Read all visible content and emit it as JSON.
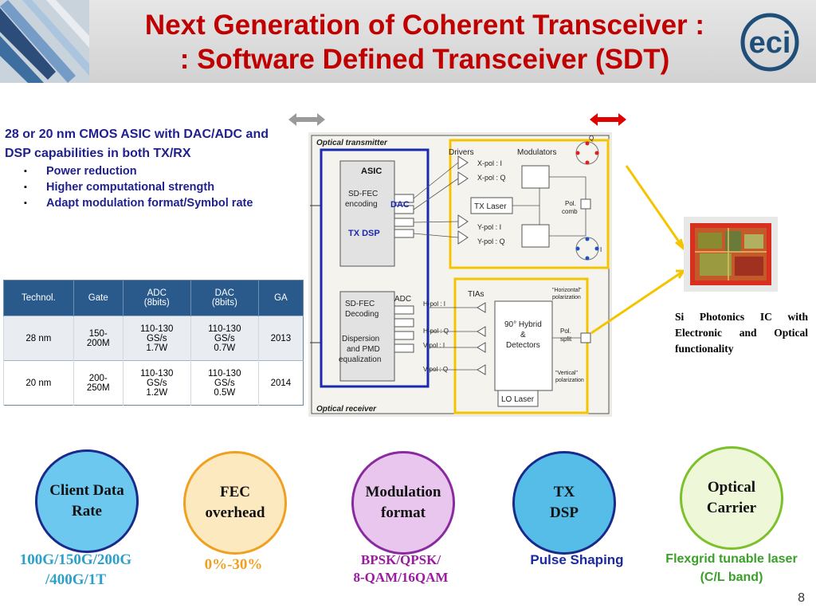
{
  "header": {
    "title_line1": "Next Generation of Coherent Transceiver :",
    "title_line2": ": Software Defined Transceiver (SDT)",
    "logo_text": "eci",
    "colors": {
      "title": "#c00000",
      "logo": "#1f4e79"
    }
  },
  "bullets": {
    "intro": "28 or 20  nm CMOS ASIC with DAC/ADC and DSP capabilities in both TX/RX",
    "items": [
      "Power reduction",
      " Higher computational strength",
      "Adapt modulation format/Symbol rate"
    ]
  },
  "spec_table": {
    "headers": [
      "Technol.",
      "Gate",
      "ADC\n(8bits)",
      "DAC\n(8bits)",
      "GA"
    ],
    "rows": [
      [
        "28 nm",
        "150-\n200M",
        "110-130\nGS/s\n1.7W",
        "110-130\nGS/s\n0.7W",
        "2013"
      ],
      [
        "20 nm",
        "200-\n250M",
        "110-130\nGS/s\n1.2W",
        "110-130\nGS/s\n0.5W",
        "2014"
      ]
    ]
  },
  "diagram": {
    "optical_transmitter": "Optical transmitter",
    "optical_receiver": "Optical receiver",
    "asic": "ASIC",
    "sd_fec_encoding": "SD-FEC\nencoding",
    "dac": "DAC",
    "tx_dsp": "TX DSP",
    "adc": "ADC",
    "sd_fec_decoding": "SD-FEC\nDecoding",
    "dispersion": "Dispersion\nand PMD\nequalization",
    "drivers": "Drivers",
    "modulators": "Modulators",
    "x_pol_i": "X-pol : I",
    "x_pol_q": "X-pol : Q",
    "y_pol_i": "Y-pol : I",
    "y_pol_q": "Y-pol : Q",
    "tx_laser": "TX Laser",
    "pol_comb": "Pol.\ncomb",
    "tias": "TIAs",
    "hybrid": "90° Hybrid\n&\nDetectors",
    "pol_split": "Pol.\nsplit",
    "lo_laser": "LO Laser",
    "horizontal_pol": "\"Horizontal\"\npolarization",
    "vertical_pol": "\"Vertical\"\npolarization",
    "rx_h_i": "H-pol : I",
    "rx_h_q": "H-pol : Q",
    "rx_v_i": "V-pol : I",
    "rx_v_q": "V-pol : Q",
    "constellation_i": "I",
    "constellation_q": "Q"
  },
  "si_photonics": {
    "note": "Si Photonics IC   with Electronic and Optical functionality"
  },
  "features": [
    {
      "label": "Client Data\nRate",
      "caption": "100G/150G/200G\n/400G/1T",
      "border": "#1a2a8a",
      "fill": "#6cc8ef",
      "caption_color": "#2ca0c8"
    },
    {
      "label": "FEC\noverhead",
      "caption": "0%-30%",
      "border": "#f0a020",
      "fill": "#fde9c0",
      "caption_color": "#f0a020"
    },
    {
      "label": "Modulation\nformat",
      "caption": "BPSK/QPSK/\n8-QAM/16QAM",
      "border": "#8a2aa0",
      "fill": "#e8c6ee",
      "caption_color": "#9a1aa0"
    },
    {
      "label": "TX\nDSP",
      "caption": "Pulse Shaping",
      "border": "#1a2a8a",
      "fill": "#55bde8",
      "caption_color": "#1a2aa0"
    },
    {
      "label": "Optical\nCarrier",
      "caption": "Flexgrid tunable laser\n(C/L band)",
      "border": "#7cc02a",
      "fill": "#eef8d8",
      "caption_color": "#3aa02a"
    }
  ],
  "footer": {
    "page_number": "8"
  }
}
